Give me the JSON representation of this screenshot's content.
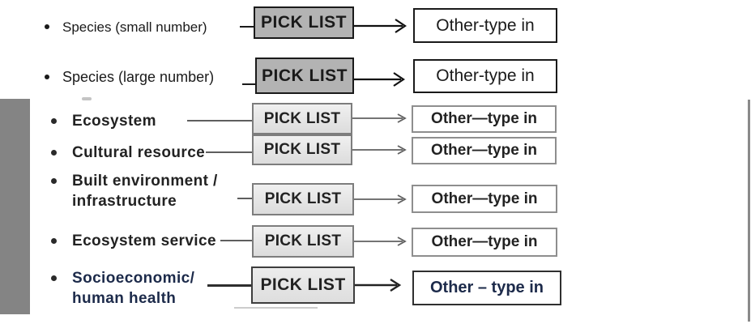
{
  "rows": [
    {
      "id": "species-small",
      "label": "Species (small number)",
      "pick_label": "PICK LIST",
      "other_label": "Other-type in"
    },
    {
      "id": "species-large",
      "label": "Species (large number)",
      "pick_label": "PICK LIST",
      "other_label": "Other-type in"
    },
    {
      "id": "ecosystem",
      "label": "Ecosystem",
      "pick_label": "PICK LIST",
      "other_label": "Other—type in"
    },
    {
      "id": "cultural-resource",
      "label": "Cultural resource",
      "pick_label": "PICK LIST",
      "other_label": "Other—type in"
    },
    {
      "id": "built-environment",
      "label": "Built environment /\ninfrastructure",
      "pick_label": "PICK LIST",
      "other_label": "Other—type in"
    },
    {
      "id": "ecosystem-service",
      "label": "Ecosystem service",
      "pick_label": "PICK LIST",
      "other_label": "Other—type in"
    },
    {
      "id": "socioeconomic",
      "label": "Socioeconomic/\nhuman health",
      "pick_label": "PICK LIST",
      "other_label": "Other – type in"
    }
  ],
  "icons": {
    "bullet": "•",
    "arrow": "→"
  },
  "colors": {
    "top_pick_fill": "#b3b3b3",
    "lower_pick_fill": "#e6e6e6",
    "border_dark": "#1a1a1a",
    "border_gray": "#7d7d7d",
    "sidebar_gray": "#848484",
    "background": "#ffffff"
  }
}
